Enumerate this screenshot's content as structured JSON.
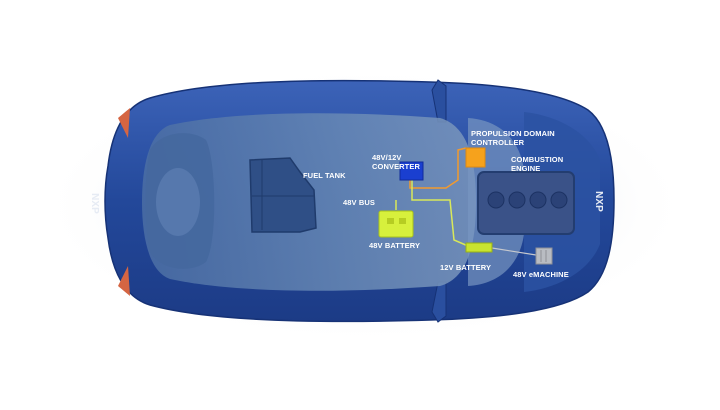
{
  "labels": {
    "fuel_tank": "FUEL TANK",
    "converter_line1": "48V/12V",
    "converter_line2": "CONVERTER",
    "bus": "48V BUS",
    "battery_48v": "48V BATTERY",
    "battery_12v": "12V BATTERY",
    "emachine": "48V eMACHINE",
    "pdc_line1": "PROPULSION DOMAIN",
    "pdc_line2": "CONTROLLER",
    "engine_line1": "COMBUSTION",
    "engine_line2": "ENGINE"
  },
  "brand": {
    "rear_logo": "NXP",
    "front_logo": "NXP"
  },
  "colors": {
    "body": "#23489a",
    "cabin": "#5d7fae",
    "converter": "#1a3fd0",
    "battery_48v": "#d7f03c",
    "battery_12v": "#c8e330",
    "pdc": "#f6a21c",
    "wire_orange": "#f29a2e",
    "wire_yellow": "#d9e85a",
    "emachine": "#b9bcc2"
  }
}
